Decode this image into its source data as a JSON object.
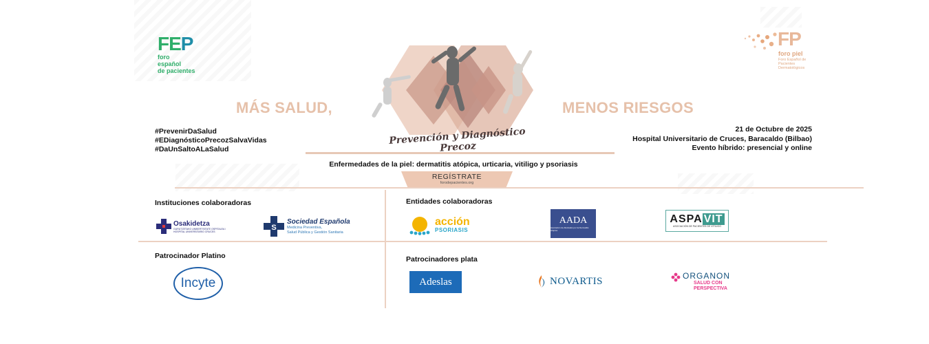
{
  "logos": {
    "fep": {
      "mark_g": "FE",
      "mark_b": "P",
      "lines": [
        "foro",
        "español",
        "de pacientes"
      ]
    },
    "foro_piel": {
      "mark": "FP",
      "name": "foro piel",
      "tagline": "Foro Español de Pacientes Dermatológicos"
    }
  },
  "hero": {
    "slogan_left": "MÁS SALUD,",
    "slogan_right": "MENOS RIESGOS",
    "caption": "Prevención y Diagnóstico Precoz"
  },
  "hashtags": [
    "#PrevenirDaSalud",
    "#EDiagnósticoPrecozSalvaVidas",
    "#DaUnSaltoALaSalud"
  ],
  "event": {
    "date": "21 de Octubre de 2025",
    "venue": "Hospital  Universitario de Cruces, Baracaldo (Bilbao)",
    "format": "Evento híbrido: presencial y online"
  },
  "subtitle": "Enfermedades de la piel: dermatitis atópica, urticaria, vitiligo y psoriasis",
  "register": {
    "label": "REGÍSTRATE",
    "url": "forodepacientes.org"
  },
  "sections": {
    "instituciones": {
      "title": "Instituciones colaboradoras",
      "osakidetza": {
        "name": "Osakidetza",
        "sub": "GURUTZETAKO UNIBERTSITATE OSPITALEA / HOSPITAL UNIVERSITARIO CRUCES"
      },
      "sociedad": {
        "name": "Sociedad Española",
        "sub1": "Medicina Preventiva,",
        "sub2": "Salud Pública y Gestión Sanitaria"
      }
    },
    "entidades": {
      "title": "Entidades colaboradoras",
      "accion": {
        "name": "acción",
        "sub": "PSORIASIS"
      },
      "aada": {
        "name": "AADA",
        "sub": "Asociación de Afectados por la Dermatitis Atópica"
      },
      "aspavit": {
        "name_a": "ASPA",
        "name_b": "VIT",
        "sub": "ASOCIACIÓN DE PACIENTES DE VITILIGO"
      }
    },
    "platino": {
      "title": "Patrocinador Platino",
      "incyte": "Incyte"
    },
    "plata": {
      "title": "Patrocinadores plata",
      "adeslas": "Adeslas",
      "novartis": "NOVARTIS",
      "organon": {
        "name": "ORGANON",
        "sub1": "SALUD CON",
        "sub2": "PERSPECTIVA"
      }
    }
  },
  "colors": {
    "accent": "#e6c1aa",
    "divider": "#ecd1c2",
    "fep_green": "#2fae6a",
    "fep_blue": "#1f8ea8"
  }
}
